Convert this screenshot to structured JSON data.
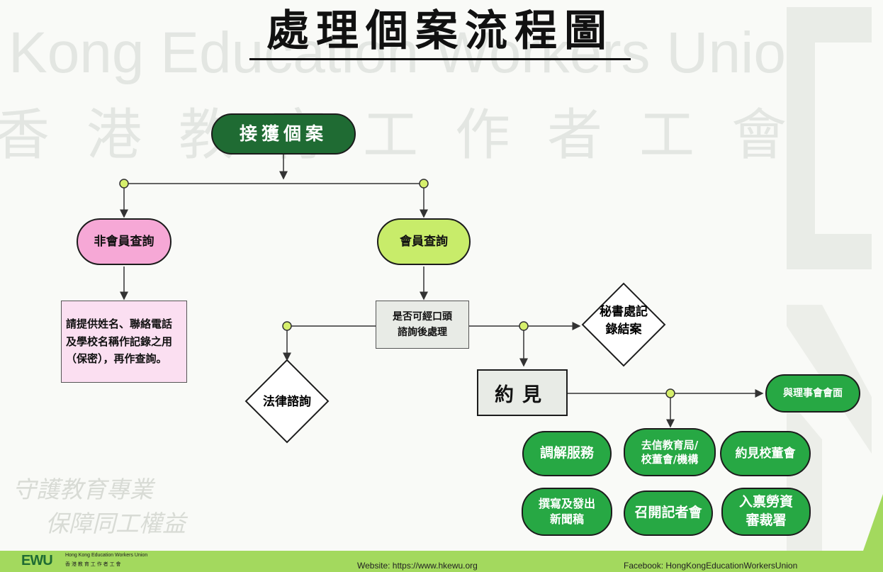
{
  "watermark": {
    "english": "Kong Education Workers Union",
    "chinese": "香港教育工作者工會",
    "slogan_line1": "守護教育專業",
    "slogan_line2": "保障同工權益"
  },
  "title": "處理個案流程圖",
  "nodes": {
    "start": "接獲個案",
    "non_member": "非會員查詢",
    "member": "會員查詢",
    "provide_info": "請提供姓名、聯絡電話及學校名稱作記錄之用（保密），再作查詢。",
    "can_handle": "是否可經口頭諮詢後處理",
    "legal": "法律諮詢",
    "secretariat": "秘書處記錄結案",
    "appointment": "約見",
    "meet_council": "與理事會會面",
    "mediation": "調解服務",
    "letter_line1": "去信教育局/",
    "letter_line2": "校董會/機構",
    "meet_board": "約見校董會",
    "press_release_line1": "撰寫及發出",
    "press_release_line2": "新聞稿",
    "press_conf": "召開記者會",
    "tribunal_line1": "入禀勞資",
    "tribunal_line2": "審裁署"
  },
  "footer": {
    "logo_text": "EWU",
    "org_en": "Hong Kong Education Workers Union",
    "org_zh": "香 港 教 育 工 作 者 工 會",
    "website": "Website: https://www.hkewu.org",
    "facebook": "Facebook: HongKongEducationWorkersUnion"
  },
  "colors": {
    "dark_green": "#1f6b33",
    "green": "#27a844",
    "lime": "#c8ec6a",
    "pink": "#f6a8d6",
    "light_pink": "#fbdff1",
    "footer_bar": "#a3d95e",
    "node_dot": "#d6ef6c"
  }
}
